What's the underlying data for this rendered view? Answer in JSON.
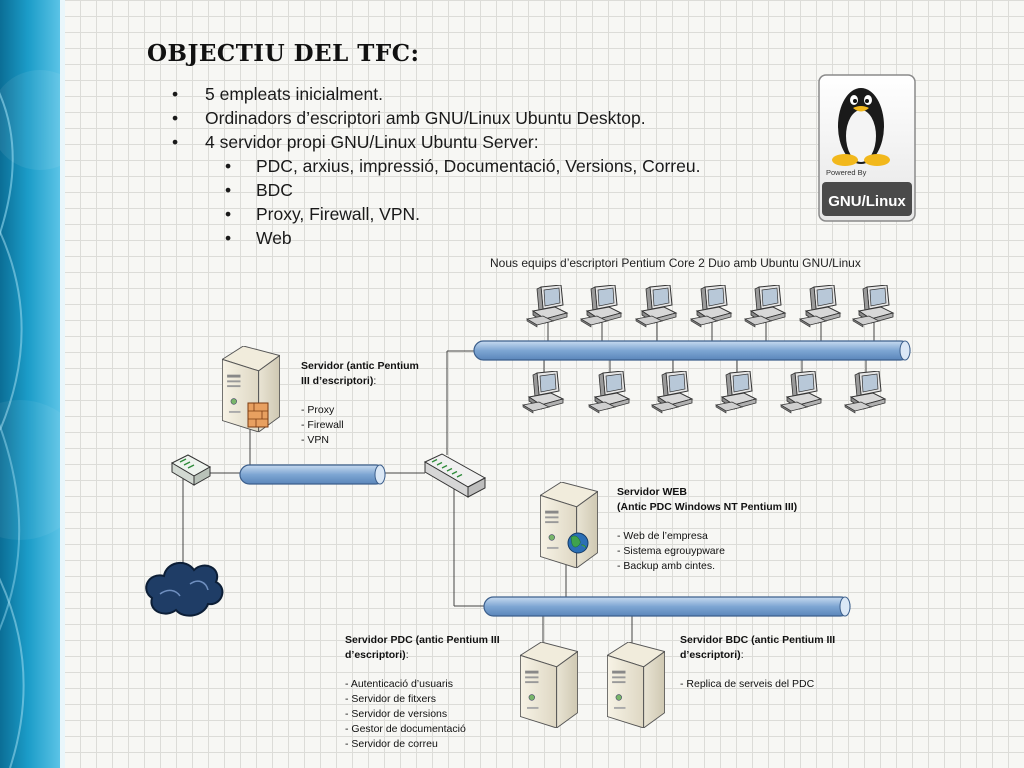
{
  "slide": {
    "title": "OBJECTIU DEL TFC:",
    "bullets": [
      "5 empleats inicialment.",
      "Ordinadors d’escriptori amb GNU/Linux Ubuntu Desktop.",
      "4 servidor propi GNU/Linux Ubuntu Server:"
    ],
    "sub_bullets": [
      "PDC, arxius, impressió, Documentació, Versions, Correu.",
      "BDC",
      "Proxy, Firewall, VPN.",
      "Web"
    ],
    "bullet_char": "•"
  },
  "logo": {
    "icon": "tux-penguin-icon",
    "powered_by": "Powered By",
    "name": "GNU/Linux"
  },
  "diagram": {
    "desktops_caption": "Nous equips d’escriptori Pentium Core 2 Duo amb Ubuntu GNU/Linux",
    "proxy_server": {
      "title_1": "Servidor (antic Pentium",
      "title_2": "III d’escriptori)",
      "title_colon": ":",
      "items": [
        "- Proxy",
        "- Firewall",
        "- VPN"
      ]
    },
    "web_server": {
      "title_1": "Servidor WEB",
      "title_2": "(Antic PDC Windows NT Pentium III)",
      "items": [
        "- Web de l’empresa",
        "- Sistema egrouypware",
        "- Backup amb cintes."
      ]
    },
    "pdc_server": {
      "title_1": "Servidor PDC (antic Pentium III",
      "title_2": "d’escriptori)",
      "title_colon": ":",
      "items": [
        "- Autenticació d’usuaris",
        "- Servidor de fitxers",
        "- Servidor de versions",
        "- Gestor de documentació",
        "- Servidor de correu"
      ]
    },
    "bdc_server": {
      "title_1": "Servidor BDC (antic Pentium III",
      "title_2": "d’escriptori)",
      "title_colon": ":",
      "items": [
        "- Replica de serveis del PDC"
      ]
    }
  },
  "colors": {
    "accent_blue": "#1b9cc8",
    "bus_fill": "#8fb4dc",
    "cloud": "#1f3d66"
  }
}
